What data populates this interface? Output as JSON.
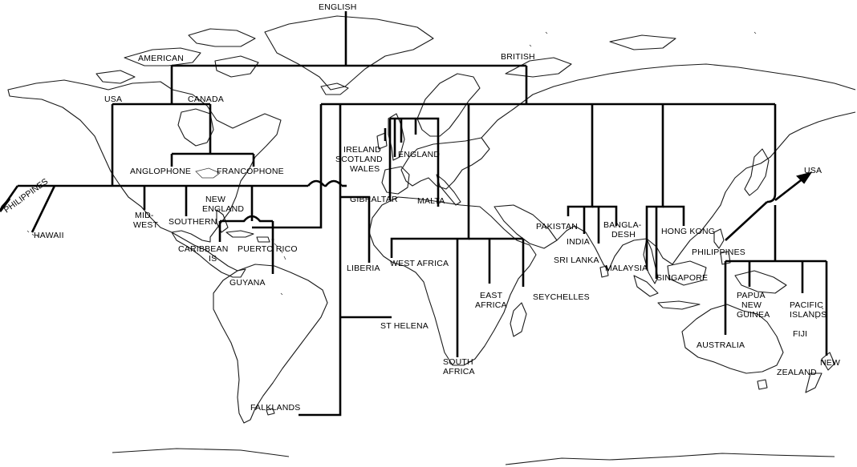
{
  "map": {
    "root_label": "ENGLISH",
    "labels": {
      "english": "ENGLISH",
      "american": "AMERICAN",
      "british": "BRITISH",
      "usa_west": "USA",
      "canada": "CANADA",
      "anglophone": "ANGLOPHONE",
      "francophone": "FRANCOPHONE",
      "philippines_west": "PHILIPPINES",
      "hawaii": "HAWAII",
      "mid": "MID-",
      "west": "WEST",
      "new": "NEW",
      "england_new": "ENGLAND",
      "southern": "SOUTHERN",
      "caribbean": "CARIBBEAN",
      "is": "IS",
      "puerto_rico": "PUERTO RICO",
      "guyana": "GUYANA",
      "falklands": "FALKLANDS",
      "st_helena": "ST HELENA",
      "liberia": "LIBERIA",
      "gibraltar": "GIBRALTAR",
      "ireland": "IRELAND",
      "scotland": "SCOTLAND",
      "wales": "WALES",
      "england": "ENGLAND",
      "malta": "MALTA",
      "west_africa": "WEST AFRICA",
      "east": "EAST",
      "africa": "AFRICA",
      "seychelles": "SEYCHELLES",
      "south": "SOUTH",
      "south_africa": "AFRICA",
      "pakistan": "PAKISTAN",
      "india": "INDIA",
      "sri_lanka": "SRI LANKA",
      "bangla": "BANGLA-",
      "desh": "DESH",
      "hong_kong": "HONG KONG",
      "malaysia": "MALAYSIA",
      "singapore": "SINGAPORE",
      "philippines_east": "PHILIPPINES",
      "usa_east": "USA",
      "papua": "PAPUA",
      "new_guinea_1": "NEW",
      "guinea": "GUINEA",
      "pacific": "PACIFIC",
      "islands": "ISLANDS",
      "fiji": "FIJI",
      "australia": "AUSTRALIA",
      "new_zealand_1": "NEW",
      "zealand": "ZEALAND"
    }
  }
}
